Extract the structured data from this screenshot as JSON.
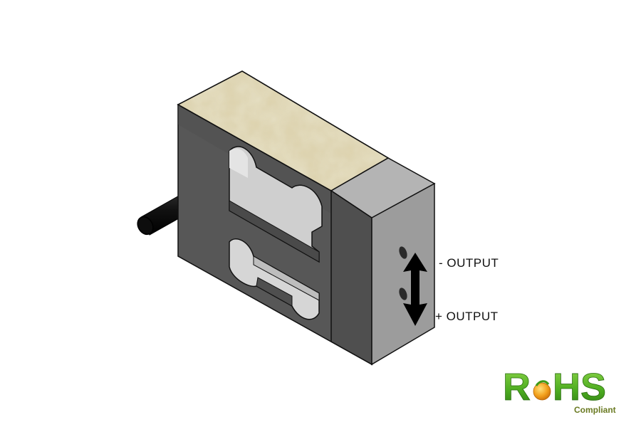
{
  "labels": {
    "minus_output": "- OUTPUT",
    "plus_output": "+ OUTPUT"
  },
  "logo": {
    "text": "RoHS",
    "subtext": "Compliant",
    "colors": {
      "green": "#5cb82c",
      "dark_green": "#2f7f16",
      "orange": "#f29a1c",
      "text_olive": "#6a7a22"
    }
  },
  "colors": {
    "body_dark": "#4a4a4a",
    "body_face": "#575757",
    "end_face": "#9a9a9a",
    "end_top": "#b8b8b8",
    "top_texture": "#e2d8b8",
    "outline": "#111111",
    "cavity": "#d6d6d6",
    "cable": "#1a1a1a",
    "arrow": "#000000"
  },
  "icons": [
    "load-cell-body",
    "cable-icon",
    "double-arrow-icon",
    "mounting-hole-icon",
    "rohs-compliant-logo"
  ]
}
